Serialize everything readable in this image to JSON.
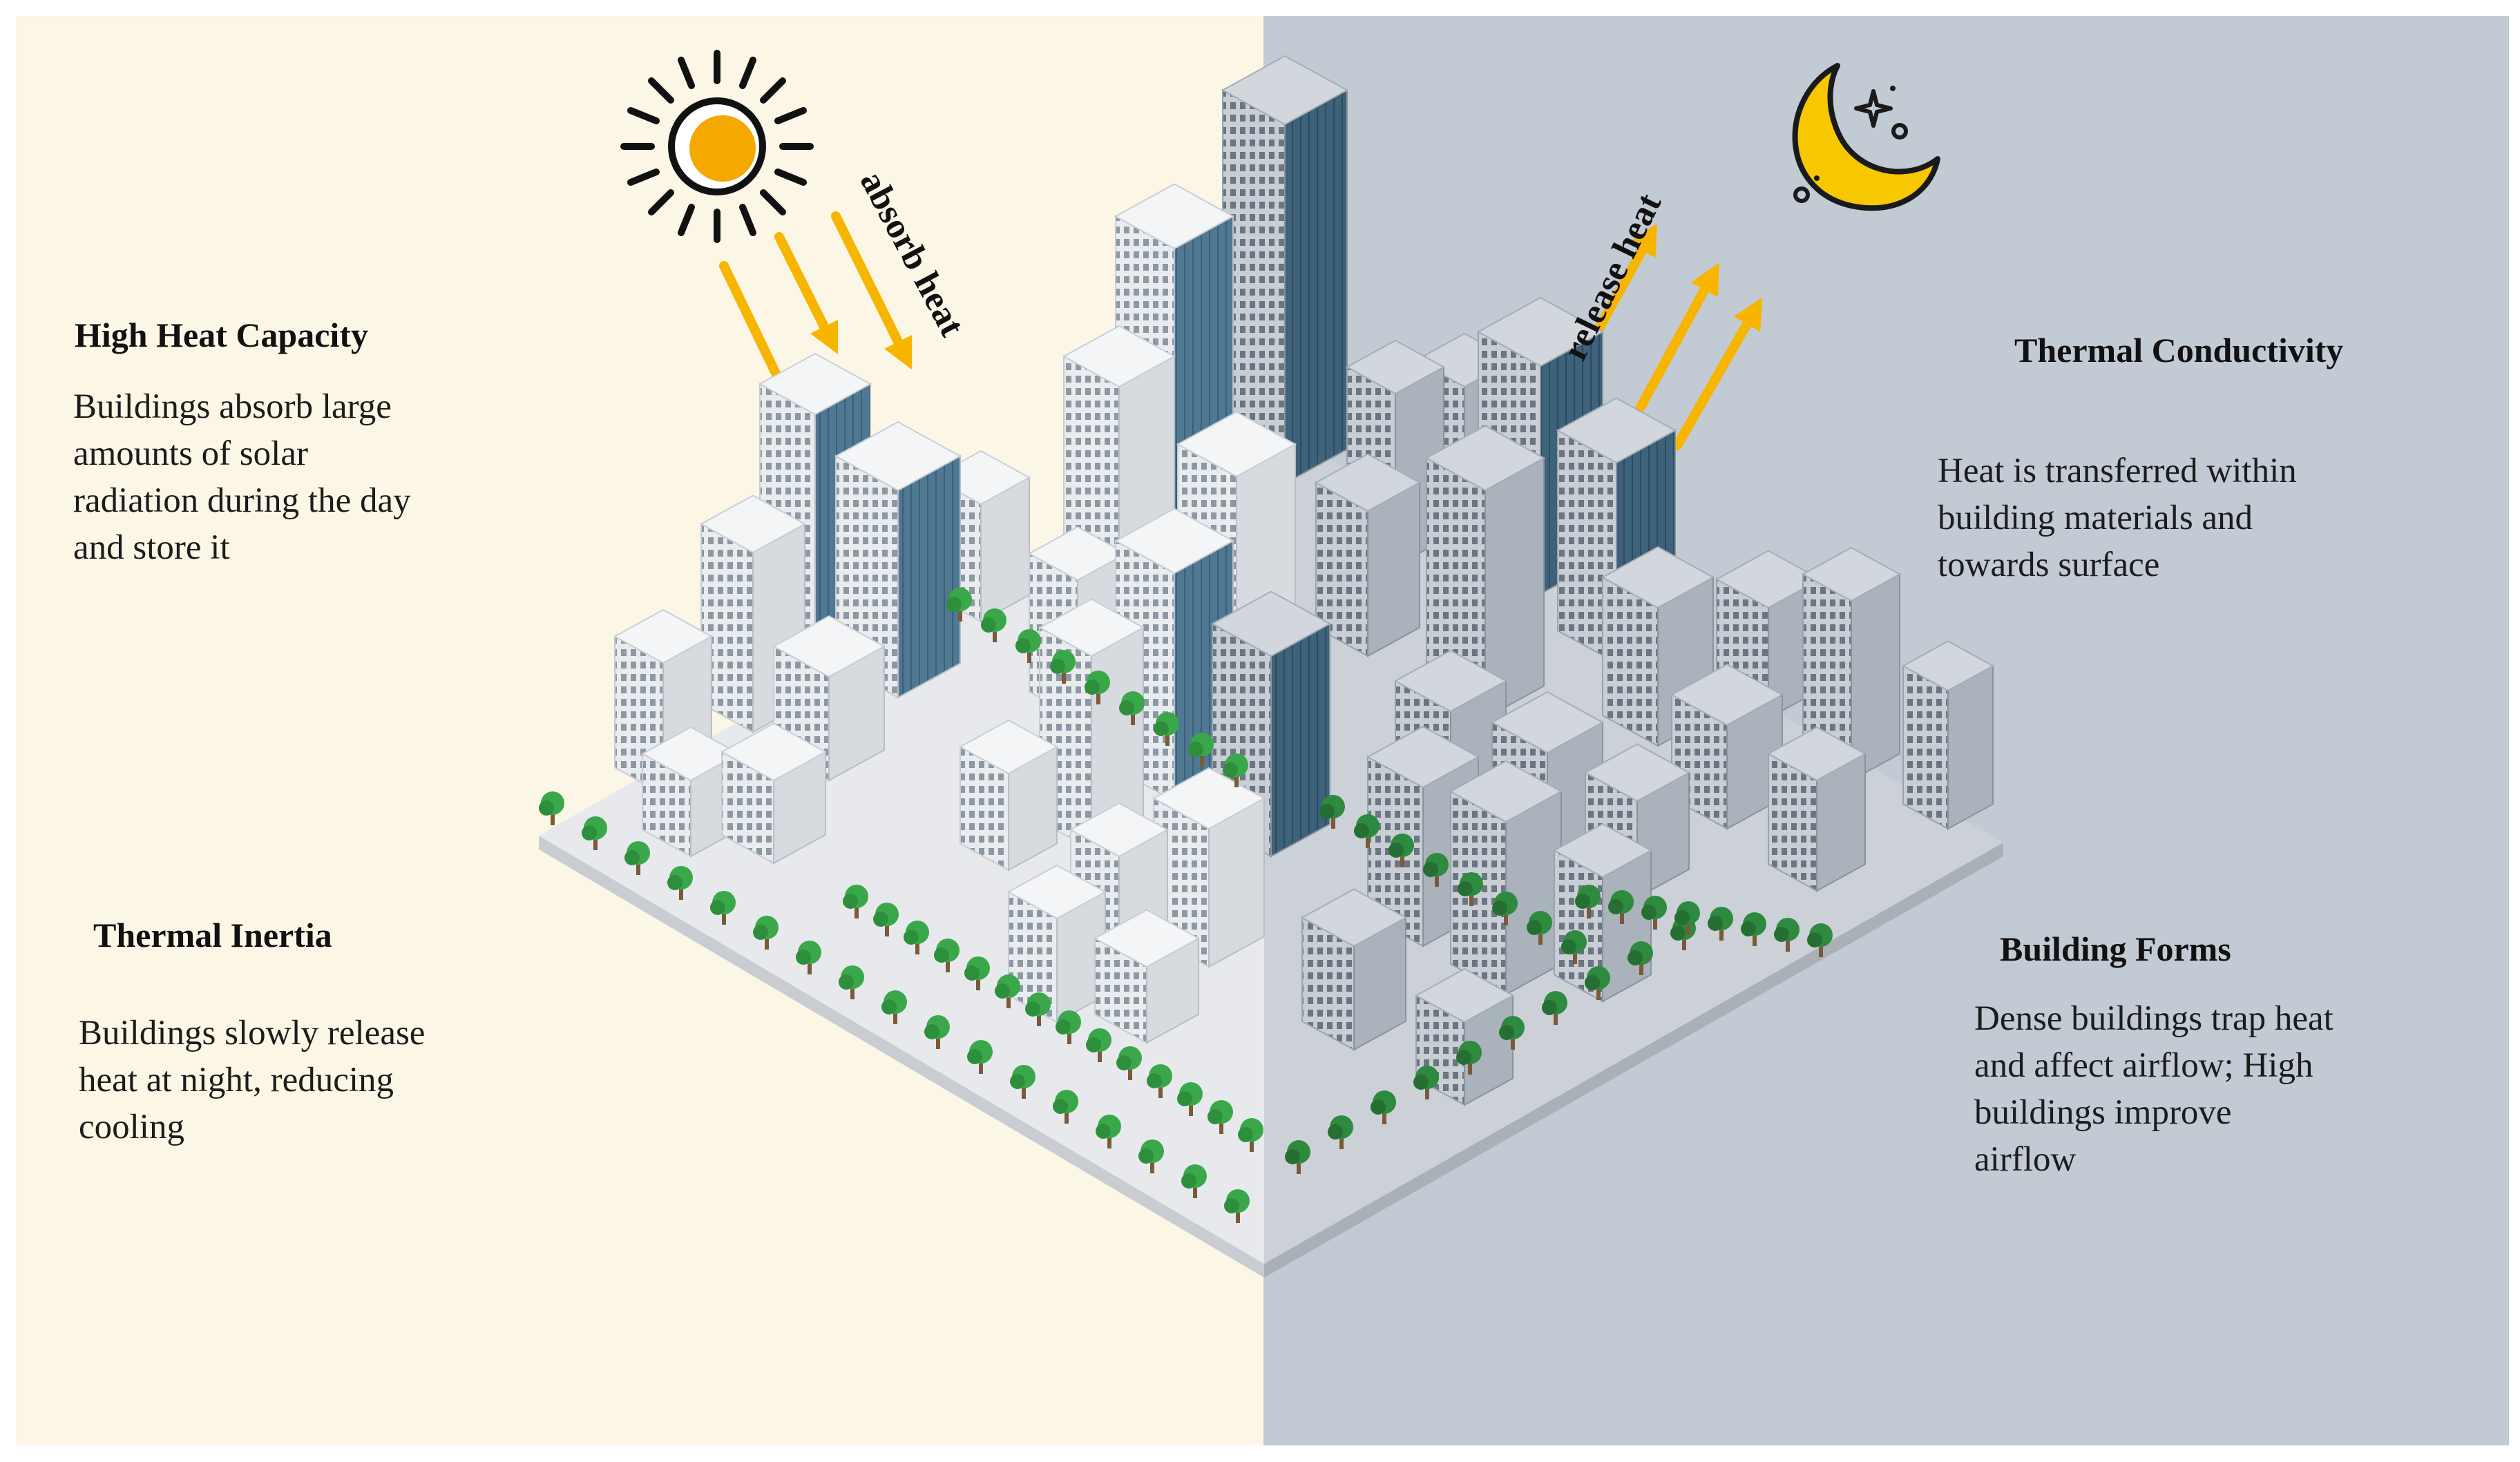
{
  "colors": {
    "day_background": "#fcf6e6",
    "night_background": "#c2cad4",
    "arrow": "#f7b500",
    "sun": "#f5a800",
    "moon": "#f7c800",
    "text": "#1a1a1a"
  },
  "icons": {
    "sun": "sun-icon",
    "moon": "moon-icon",
    "city": "isometric-city-illustration"
  },
  "labels": {
    "absorb": "absorb heat",
    "release": "release heat"
  },
  "sections": {
    "high_heat_capacity": {
      "title": "High Heat Capacity",
      "lines": [
        "Buildings absorb large",
        "amounts of solar",
        "radiation during the day",
        "and store it"
      ]
    },
    "thermal_inertia": {
      "title": "Thermal Inertia",
      "lines": [
        "Buildings slowly release",
        "heat at night, reducing",
        "cooling"
      ]
    },
    "thermal_conductivity": {
      "title": "Thermal Conductivity",
      "lines": [
        "Heat is transferred within",
        "building materials and",
        "towards surface"
      ]
    },
    "building_forms": {
      "title": "Building Forms",
      "lines": [
        "Dense buildings trap heat",
        "and affect airflow; High",
        "buildings improve",
        "airflow"
      ]
    }
  }
}
